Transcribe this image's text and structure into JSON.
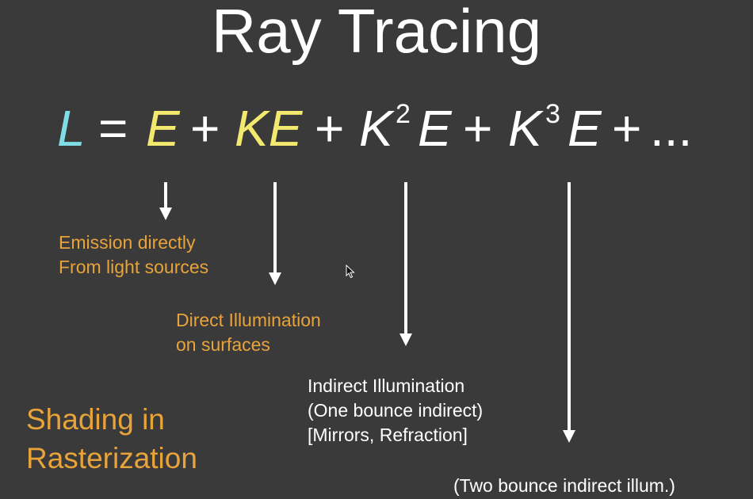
{
  "slide": {
    "title": "Ray Tracing",
    "equation": {
      "L": "L",
      "eq": "=",
      "E1": "E",
      "plus1": "+",
      "KE": "KE",
      "plus2": "+",
      "K2": "K",
      "K2_exp": "2",
      "E2": "E",
      "plus3": "+",
      "K3": "K",
      "K3_exp": "3",
      "E3": "E",
      "plus4": "+",
      "ellipsis": "..."
    },
    "labels": {
      "emission_line1": "Emission directly",
      "emission_line2": "From light sources",
      "direct_line1": "Direct Illumination",
      "direct_line2": "on surfaces",
      "indirect_line1": "Indirect Illumination",
      "indirect_line2": "(One bounce indirect)",
      "indirect_line3": "[Mirrors, Refraction]",
      "two_bounce": "(Two bounce indirect illum.)",
      "shading_line1": "Shading in",
      "shading_line2": "Rasterization"
    },
    "colors": {
      "background": "#3a3a3a",
      "L": "#7fdde6",
      "highlight_terms": "#f2e96e",
      "orange_text": "#e8a33a",
      "white": "#ffffff"
    },
    "icons": [
      "down-arrow-icon",
      "mouse-cursor-icon"
    ]
  }
}
